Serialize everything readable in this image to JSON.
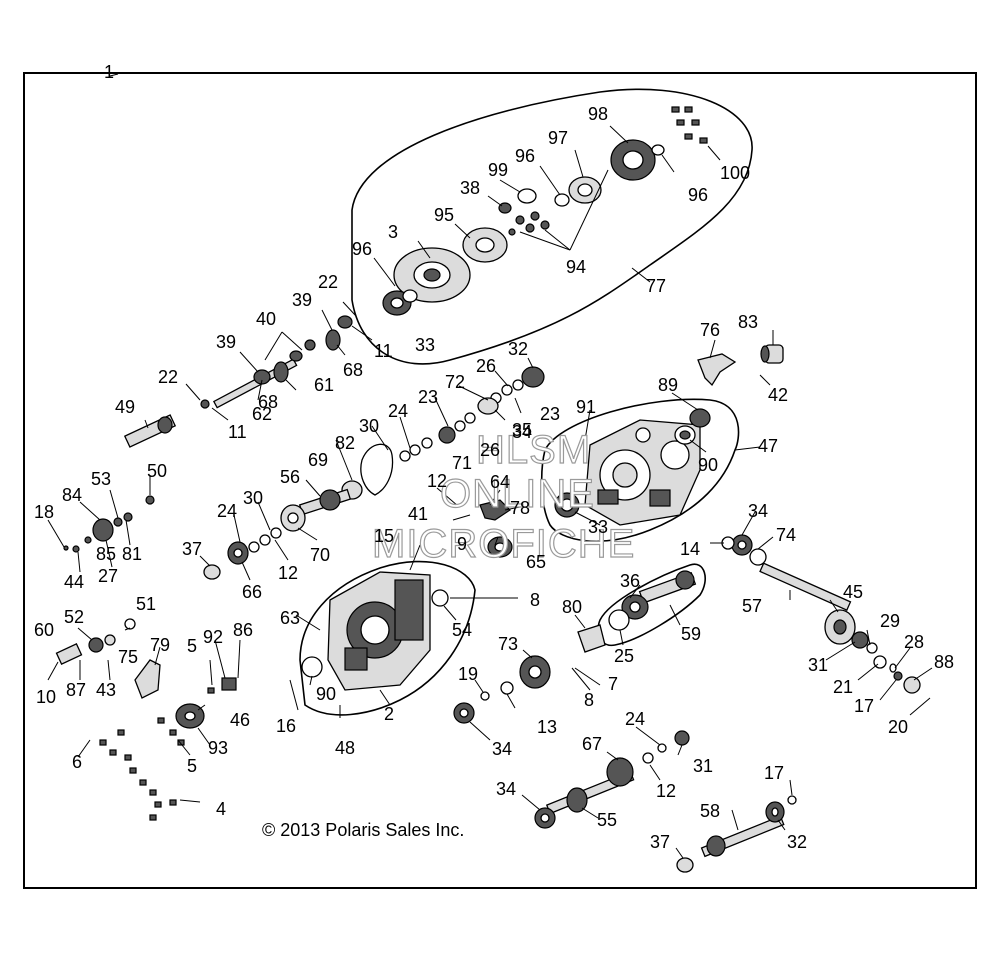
{
  "diagram": {
    "copyright": "© 2013 Polaris Sales Inc.",
    "watermark": [
      "HLSM",
      "ONLINE",
      "MICROFICHE"
    ],
    "callouts": [
      "1",
      "2",
      "3",
      "4",
      "5",
      "5",
      "6",
      "7",
      "8",
      "8",
      "9",
      "10",
      "11",
      "11",
      "12",
      "12",
      "12",
      "13",
      "14",
      "15",
      "16",
      "17",
      "17",
      "18",
      "19",
      "20",
      "21",
      "22",
      "22",
      "23",
      "23",
      "24",
      "24",
      "24",
      "25",
      "26",
      "26",
      "27",
      "28",
      "29",
      "30",
      "30",
      "31",
      "31",
      "32",
      "32",
      "33",
      "33",
      "34",
      "34",
      "34",
      "34",
      "35",
      "36",
      "37",
      "37",
      "38",
      "39",
      "39",
      "40",
      "41",
      "42",
      "43",
      "44",
      "45",
      "46",
      "47",
      "48",
      "49",
      "50",
      "51",
      "52",
      "53",
      "54",
      "55",
      "56",
      "57",
      "58",
      "59",
      "60",
      "61",
      "62",
      "63",
      "64",
      "65",
      "66",
      "67",
      "68",
      "68",
      "69",
      "70",
      "71",
      "72",
      "73",
      "74",
      "75",
      "76",
      "77",
      "78",
      "79",
      "80",
      "81",
      "82",
      "83",
      "84",
      "85",
      "86",
      "87",
      "88",
      "89",
      "90",
      "90",
      "91",
      "92",
      "93",
      "94",
      "95",
      "96",
      "96",
      "96",
      "97",
      "98",
      "99",
      "100"
    ]
  }
}
